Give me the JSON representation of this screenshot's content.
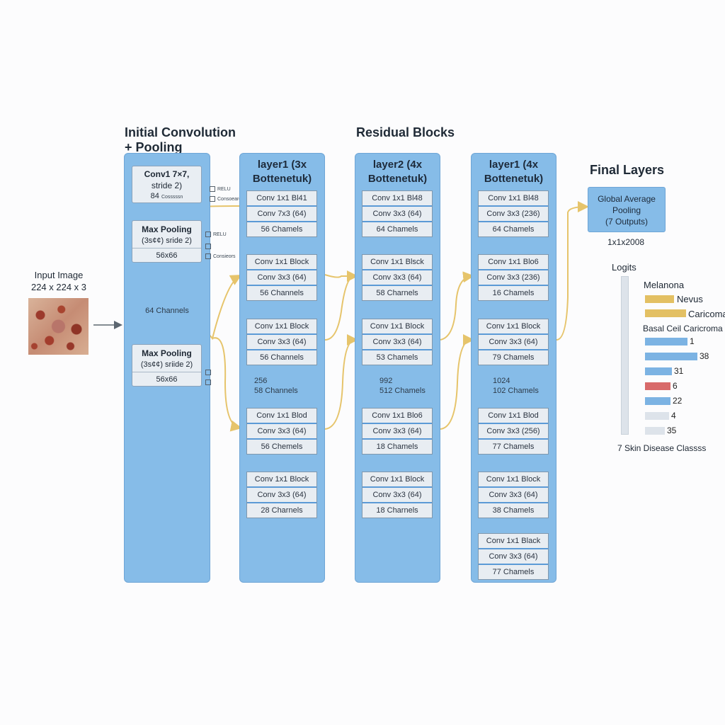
{
  "sections": {
    "initial": "Initial Convolution\n+ Pooling",
    "residual": "Residual Blocks",
    "final": "Final Layers"
  },
  "input": {
    "label1": "Input Image",
    "label2": "224 x 224 x 3"
  },
  "initial": {
    "conv": {
      "line1": "Conv1 7×7,",
      "line2": "stride 2)",
      "line3": "84",
      "line3b": "Cosssssn"
    },
    "relu1": "RELU",
    "cond1": "Consoeare",
    "pool1": {
      "line1": "Max Pooling",
      "line2": "(3s¢¢) sride 2)",
      "line3": "56x66"
    },
    "relu2": "RELU",
    "cond2": "Consieors",
    "channels": "64 Channels",
    "pool2": {
      "line1": "Max Pooling",
      "line2": "(3s¢¢) sriide 2)",
      "line3": "56x66"
    }
  },
  "layers": [
    {
      "title": "layer1 (3x\nBottenetuk)",
      "note1": "256",
      "note2": "58 Channels",
      "blocks": [
        [
          "Conv 1x1 Bl41",
          "Conv 7x3 (64)",
          "56 Chamels"
        ],
        [
          "Conv 1x1 Block",
          "Conv 3x3 (64)",
          "56 Channels"
        ],
        [
          "Conv 1x1 Block",
          "Conv 3x3 (64)",
          "56 Channels"
        ],
        [
          "Conv 1x1 Blod",
          "Conv 3x3 (64)",
          "56 Chemels"
        ],
        [
          "Conv 1x1 Block",
          "Conv 3x3 (64)",
          "28 Charnels"
        ]
      ]
    },
    {
      "title": "layer2 (4x\nBottenetuk)",
      "note1": "992",
      "note2": "512 Chamels",
      "blocks": [
        [
          "Conv 1x1 Bl48",
          "Conv 3x3 (64)",
          "64 Chamels"
        ],
        [
          "Conv 1x1 Blsck",
          "Conv 3x3 (64)",
          "58 Charnels"
        ],
        [
          "Conv 1x1 Block",
          "Conv 3x3 (64)",
          "53 Chamels"
        ],
        [
          "Conv 1x1 Blo6",
          "Conv 3x3 (64)",
          "18 Chamels"
        ],
        [
          "Conv 1x1 Block",
          "Conv 3x3 (64)",
          "18 Charnels"
        ]
      ]
    },
    {
      "title": "layer1 (4x\nBottenetuk)",
      "note1": "1024",
      "note2": "102 Chamels",
      "blocks": [
        [
          "Conv 1x1 Bl48",
          "Conv 3x3 (236)",
          "64 Chamels"
        ],
        [
          "Conv 1x1 Blo6",
          "Conv 3x3 (236)",
          "16 Chamels"
        ],
        [
          "Conv 1x1 Block",
          "Conv 3x3 (64)",
          "79 Chamels"
        ],
        [
          "Conv 1x1 Blod",
          "Conv 3x3 (256)",
          "77 Chamels"
        ],
        [
          "Conv 1x1 Block",
          "Conv 3x3 (64)",
          "38 Chamels"
        ],
        [
          "Conv 1x1 Black",
          "Conv 3x3 (64)",
          "77 Chamels"
        ]
      ]
    }
  ],
  "final": {
    "gap": {
      "line1": "Global Average",
      "line2": "Pooling",
      "line3": "(7 Outputs)"
    },
    "dims": "1x1x2008",
    "logits": "Logits",
    "footer": "7 Skin Disease Classss",
    "classes": [
      "Melanona",
      "Nevus",
      "Caricoma",
      "Basal Ceil Caricroma"
    ],
    "bars": [
      {
        "value": "1",
        "color": "#7cb3e3"
      },
      {
        "value": "38",
        "color": "#7cb3e3"
      },
      {
        "value": "31",
        "color": "#7cb3e3"
      },
      {
        "value": "6",
        "color": "#d86a6a"
      },
      {
        "value": "22",
        "color": "#7cb3e3"
      },
      {
        "value": "4",
        "color": "#dde3ea"
      },
      {
        "value": "35",
        "color": "#dde3ea"
      }
    ],
    "class_bar_color": "#e3c063"
  },
  "colors": {
    "column": "#86bce8",
    "arrow": "#e6c46b",
    "accent": "#5b9ad6"
  }
}
